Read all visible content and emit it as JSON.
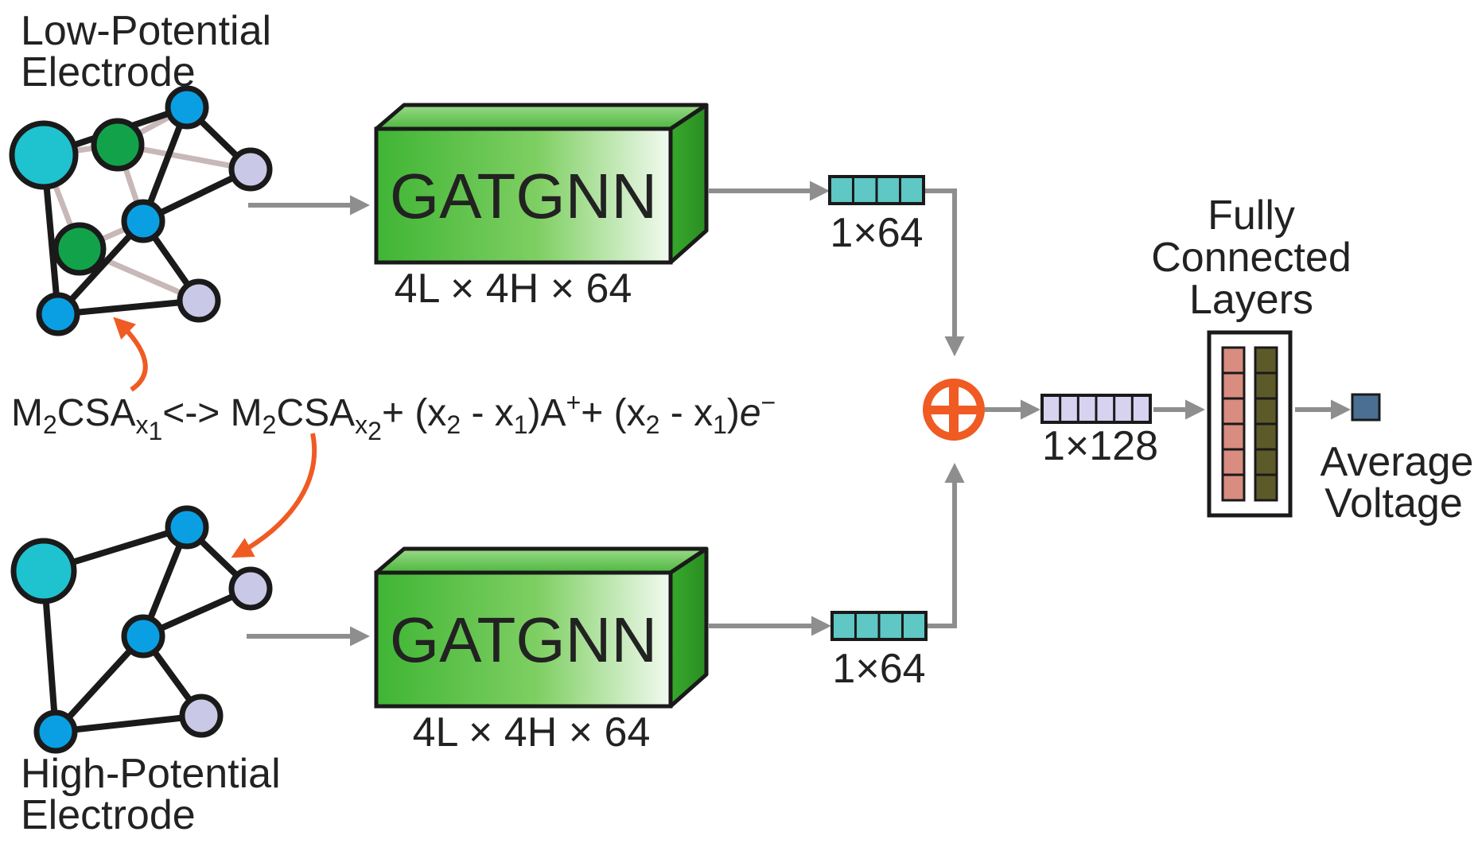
{
  "low_electrode": {
    "label_line1": "Low-Potential",
    "label_line2": "Electrode"
  },
  "high_electrode": {
    "label_line1": "High-Potential",
    "label_line2": "Electrode"
  },
  "gatgnn_top": {
    "title": "GATGNN",
    "dims": "4L × 4H × 64"
  },
  "gatgnn_bottom": {
    "title": "GATGNN",
    "dims": "4L × 4H × 64"
  },
  "vector_top": {
    "label": "1×64",
    "cells": 4
  },
  "vector_bottom": {
    "label": "1×64",
    "cells": 4
  },
  "vector_concat": {
    "label": "1×128",
    "cells": 6
  },
  "fc_layers": {
    "label_line1": "Fully",
    "label_line2": "Connected",
    "label_line3": "Layers",
    "column_cells": 6
  },
  "output": {
    "label_line1": "Average",
    "label_line2": "Voltage"
  },
  "equation": {
    "p1": "M",
    "p1_sub": "2",
    "p2": "CSA",
    "p2_sub": "x",
    "p2_subsub": "1",
    "p3": "<-> M",
    "p3_sub": "2",
    "p4": "CSA",
    "p4_sub": "x",
    "p4_subsub": "2",
    "p5": "+ (x",
    "p5_sub": "2",
    "p6": " - x",
    "p6_sub": "1",
    "p7": ")A",
    "p7_sup": "+",
    "p8": "+ (x",
    "p8_sub": "2",
    "p9": " - x",
    "p9_sub": "1",
    "p10": ")",
    "p11": "e",
    "p11_sup": "−"
  },
  "colors": {
    "node_cyan": "#1fc3cf",
    "node_blue": "#0a9fe3",
    "node_green": "#12a34a",
    "node_lavender": "#c9c8e6",
    "edge_dark": "#1a1a1a",
    "edge_light": "#c9b8b8",
    "gat_green_dark": "#3fb534",
    "gat_green_light": "#f4fbf2",
    "vector_teal": "#5fc7c4",
    "vector_lavender": "#d6d2ef",
    "fc_salmon": "#d98c80",
    "fc_olive": "#5d5a2a",
    "output_blue": "#4a6f93",
    "arrow_gray": "#8e8e8e",
    "accent_orange": "#f05a23"
  }
}
